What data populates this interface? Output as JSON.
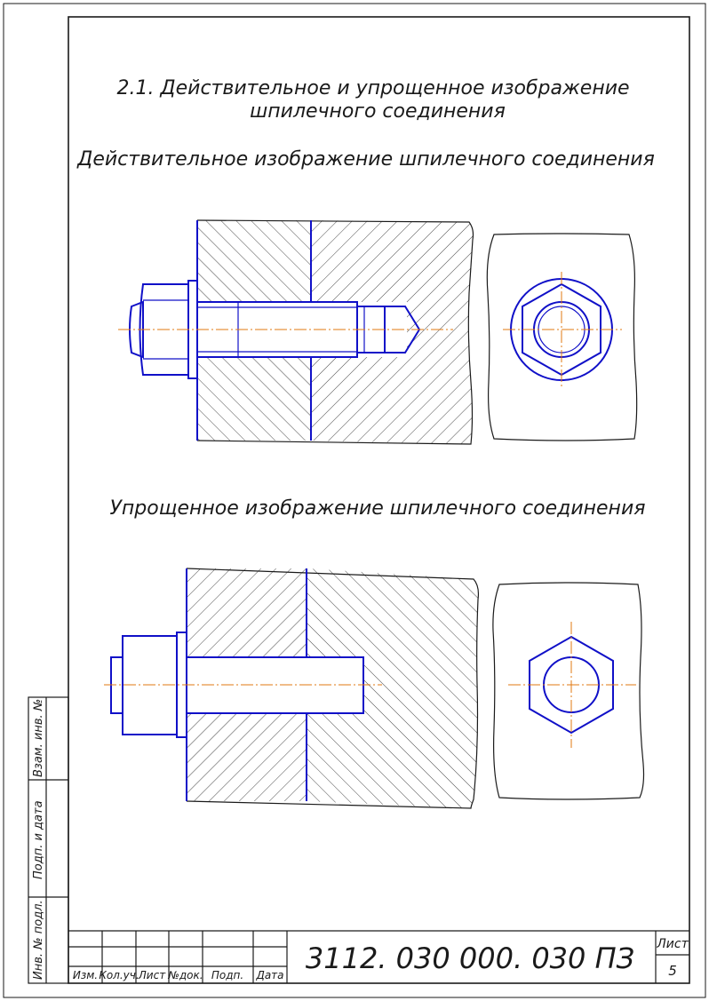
{
  "headings": {
    "section_title_line1": "2.1. Действительное и упрощенное изображение",
    "section_title_line2": "шпилечного соединения",
    "actual_view_title": "Действительное изображение шпилечного соединения",
    "simplified_view_title": "Упрощенное изображение шпилечного соединения"
  },
  "side_stamp": {
    "inv_zam": "Взам. инв. №",
    "podp_data": "Подп. и дата",
    "inv_podl": "Инв. № подл."
  },
  "title_block": {
    "columns": [
      "Изм.",
      "Кол.уч.",
      "Лист",
      "№док.",
      "Подп.",
      "Дата"
    ],
    "designation": "3112. 030 000. 030 ПЗ",
    "sheet_label": "Лист",
    "sheet_number": "5"
  },
  "colors": {
    "contour": "#1010c8",
    "axis": "#e07810",
    "lines": "#1a1a1a"
  }
}
